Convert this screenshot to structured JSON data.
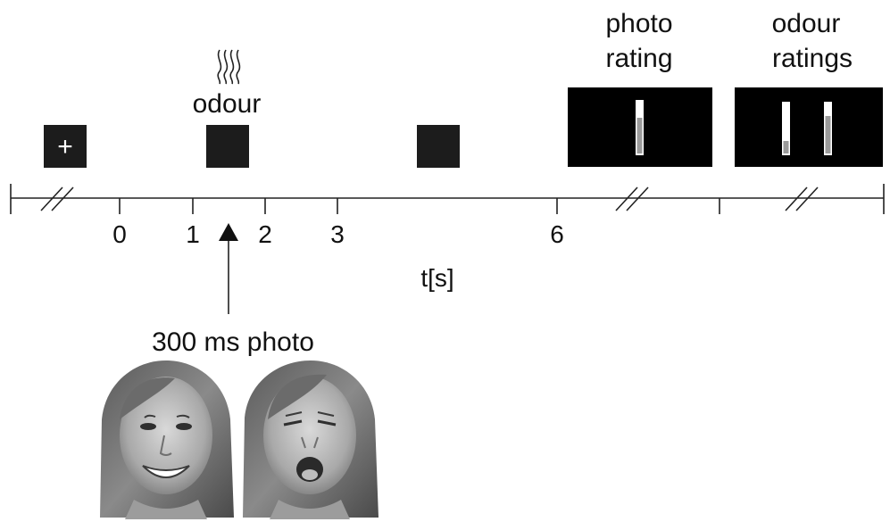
{
  "stimuli": {
    "fixation_symbol": "+",
    "odour_label": "odour",
    "photo_caption": "300 ms photo"
  },
  "ratings": {
    "photo_rating": {
      "line1": "photo",
      "line2": "rating"
    },
    "odour_ratings": {
      "line1": "odour",
      "line2": "ratings"
    }
  },
  "timeline": {
    "axis_label": "t[s]",
    "ticks": [
      "0",
      "1",
      "2",
      "3",
      "6"
    ]
  },
  "colors": {
    "stimulus_fill": "#1c1c1c",
    "screen_fill": "#000000",
    "axis": "#222222"
  },
  "icons": {
    "odour_waves": "wavy-lines-icon",
    "photo_onset_arrow": "up-arrow-icon",
    "axis_break": "double-slash-icon",
    "face_happy": "happy-face-photo",
    "face_disgust": "disgust-face-photo"
  }
}
